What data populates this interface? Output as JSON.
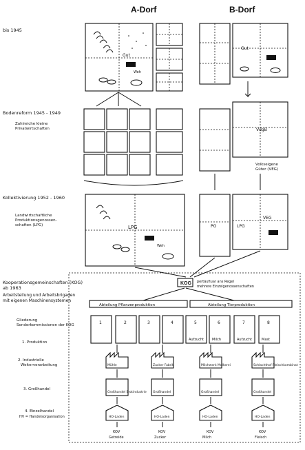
{
  "headings": {
    "a_dorf": "A-Dorf",
    "b_dorf": "B-Dorf"
  },
  "periods": {
    "bis1945": "bis 1945",
    "bodenreform": "Bodenreform 1945 - 1949",
    "zahlreiche": [
      "Zahlreiche kleine",
      "Privatwirtschaften"
    ],
    "kollektivierung": "Kollektivierung 1952 - 1960",
    "lpg_desc": [
      "Landwirtschaftliche",
      "Produktionsgenossen-",
      "schaften (LPG)"
    ],
    "kog_title": "Kooperationsgemeinschaften (KOG)",
    "ab1963": "ab 1963",
    "arbeitsteilung": [
      "Arbeitsteilung und Arbeitsbrigaden",
      "mit eigenen Maschinensystemen"
    ]
  },
  "labels": {
    "gut": "Gut",
    "weh": "Weh",
    "vdgb": "VdgB",
    "lpg": "LPG",
    "veg": "VEG",
    "kog": "KOG",
    "po": "PO",
    "lpg_small": "LPG",
    "volkseigene": [
      "Volkseigene",
      "Güter (VEG)"
    ],
    "kog_note": [
      "pertäufiuar ans Regel",
      "mehrere Einzelgenossenschaften"
    ]
  },
  "abteilungen": {
    "pflanzen": "Abteilung Pflanzenproduktion",
    "tier": "Abteilung Tierproduktion"
  },
  "stufen": {
    "title": [
      "Gliederung",
      "Sonderkommissionen der KOG"
    ],
    "produktion": "1. Produktion",
    "verarbeitung": [
      "2. Industrielle",
      "Weiterverarbeitung"
    ],
    "grosshandel": "3. Großhandel",
    "einzelhandel": "4. Einzelhandel",
    "hv": "HV = Handelsorganisation"
  },
  "brigades": [
    {
      "num": "1",
      "cap": ""
    },
    {
      "num": "2",
      "cap": ""
    },
    {
      "num": "3",
      "cap": ""
    },
    {
      "num": "4",
      "cap": ""
    },
    {
      "num": "5",
      "cap": "Aufzucht"
    },
    {
      "num": "6",
      "cap": "Milch"
    },
    {
      "num": "7",
      "cap": "Aufzucht"
    },
    {
      "num": "8",
      "cap": "Mast"
    }
  ],
  "chains": [
    {
      "ind": "Mühle",
      "gh": "Großhandel Brotindustrie",
      "eh": "HO-Laden",
      "prod": [
        "KOV",
        "Getreide"
      ]
    },
    {
      "ind": "Zucker Fabrik",
      "gh": "Großhandel",
      "eh": "HO-Laden",
      "prod": [
        "KOV",
        "Zucker"
      ]
    },
    {
      "ind": "Milchwerk Molkerei",
      "gh": "Großhandel",
      "eh": "HO-Laden",
      "prod": [
        "KOV",
        "Milch"
      ]
    },
    {
      "ind": "Schlachthof Fleischkombinat",
      "gh": "Großhandel",
      "eh": "HO-Laden",
      "prod": [
        "KOV",
        "Fleisch"
      ]
    }
  ]
}
